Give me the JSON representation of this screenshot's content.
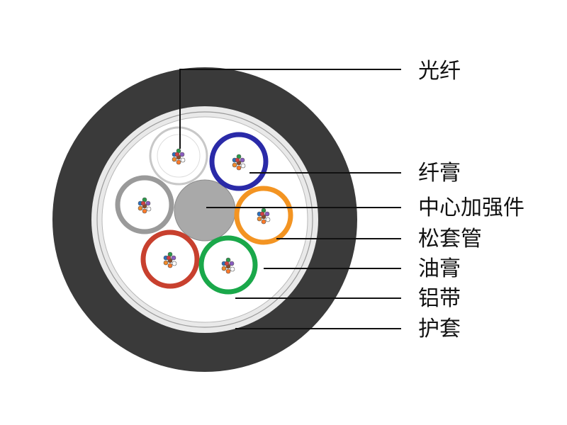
{
  "labels": {
    "fiber": "光纤",
    "fiber_paste": "纤膏",
    "central_strength_member": "中心加强件",
    "loose_tube": "松套管",
    "filling_compound": "油膏",
    "aluminum_tape": "铝带",
    "jacket": "护套"
  },
  "colors": {
    "jacket": "#3a3a3a",
    "inner_area": "#ffffff",
    "aluminum_ring": "#e8e8e8",
    "strength_member": "#a8a8a8",
    "tubes": [
      "#d0d0d0",
      "#2a2aa8",
      "#f39422",
      "#1aa84a",
      "#c8402e",
      "#9a9a9a"
    ]
  }
}
